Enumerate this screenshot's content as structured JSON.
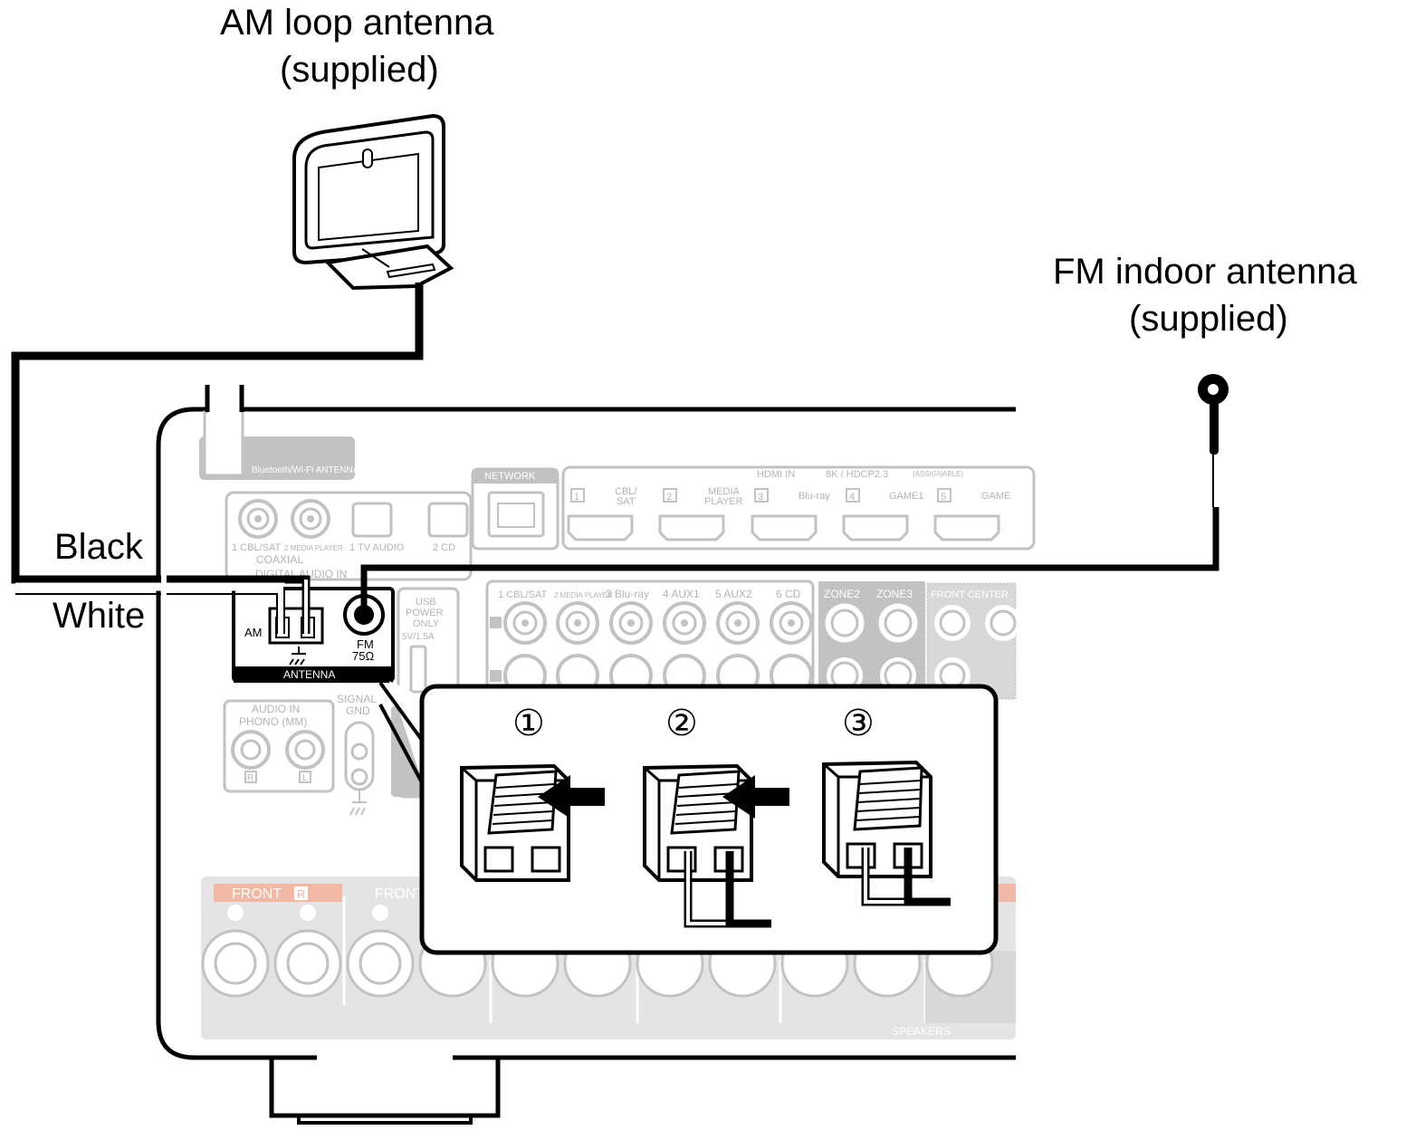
{
  "labels": {
    "am_antenna_line1": "AM loop antenna",
    "am_antenna_line2": "(supplied)",
    "fm_antenna_line1": "FM indoor antenna",
    "fm_antenna_line2": "(supplied)",
    "black": "Black",
    "white": "White"
  },
  "antenna_panel": {
    "title": "ANTENNA",
    "am": "AM",
    "fm": "FM",
    "fm_ohm": "75Ω"
  },
  "rear_panel": {
    "bt_antenna": "Bluetooth/Wi-Fi ANTENNA",
    "network": "NETWORK",
    "hdmi_in": "HDMI IN",
    "hdcp": "8K / HDCP2.3",
    "assignable": "(ASSIGNABLE)",
    "hdmi_ports": [
      {
        "num": "1",
        "label1": "CBL/",
        "label2": "SAT"
      },
      {
        "num": "2",
        "label1": "MEDIA",
        "label2": "PLAYER"
      },
      {
        "num": "3",
        "label1": "Blu-ray",
        "label2": ""
      },
      {
        "num": "4",
        "label1": "GAME1",
        "label2": ""
      },
      {
        "num": "5",
        "label1": "GAME",
        "label2": ""
      }
    ],
    "digital_labels": [
      "1 CBL/SAT",
      "2 MEDIA PLAYER",
      "1 TV AUDIO",
      "2 CD"
    ],
    "coaxial": "COAXIAL",
    "digital_audio_in": "DIGITAL AUDIO IN",
    "usb": [
      "USB",
      "POWER",
      "ONLY",
      "5V/1.5A"
    ],
    "analog_labels": [
      "1 CBL/SAT",
      "2 MEDIA PLAYER",
      "3 Blu-ray",
      "4 AUX1",
      "5 AUX2",
      "6 CD"
    ],
    "zones": [
      "ZONE2",
      "ZONE3"
    ],
    "front_center": "FRONT CENTER",
    "audio_in": "AUDIO IN",
    "phono": "PHONO (MM)",
    "phono_r": "R",
    "phono_l": "L",
    "signal_gnd": [
      "SIGNAL",
      "GND"
    ],
    "front_r": "FRONT",
    "front_r_badge": "R",
    "front_l": "FRONT",
    "speakers": "SPEAKERS"
  },
  "steps": [
    "①",
    "②",
    "③"
  ]
}
